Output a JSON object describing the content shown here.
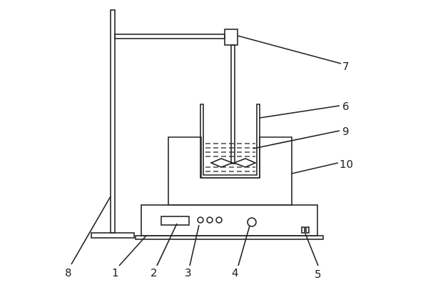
{
  "figure": {
    "labels": {
      "l1": "1",
      "l2": "2",
      "l3": "3",
      "l4": "4",
      "l5": "5",
      "l6": "6",
      "l7": "7",
      "l8": "8",
      "l9": "9",
      "l10": "10"
    },
    "colors": {
      "line": "#222222",
      "background": "#ffffff"
    }
  }
}
